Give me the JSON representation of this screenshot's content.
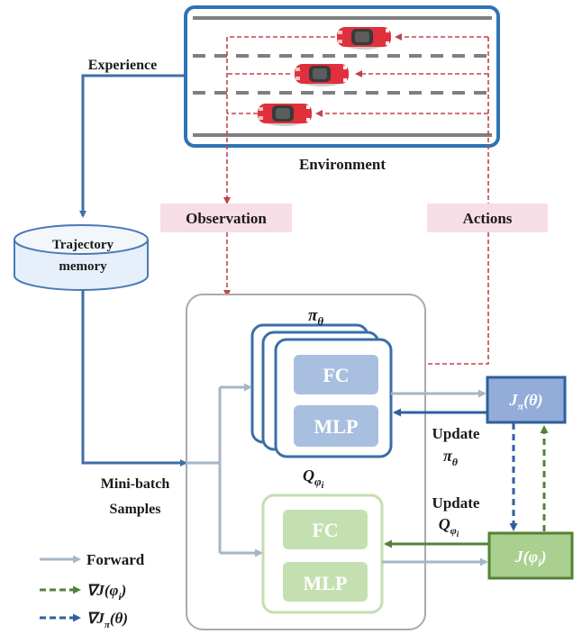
{
  "labels": {
    "experience": "Experience",
    "environment": "Environment",
    "observation": "Observation",
    "actions": "Actions",
    "trajectory_memory_line1": "Trajectory",
    "trajectory_memory_line2": "memory",
    "mini_batch_line1": "Mini-batch",
    "mini_batch_line2": "Samples",
    "actor_title": "π",
    "actor_title_sub": "θ",
    "critic_title": "Q",
    "critic_title_sub": "φ",
    "critic_title_subsub": "i",
    "fc": "FC",
    "mlp": "MLP",
    "j_pi": "J",
    "j_pi_sub": "π",
    "j_pi_arg": "(θ)",
    "j_phi": "J(",
    "j_phi_var": "φ",
    "j_phi_sub": "i",
    "j_phi_close": ")",
    "update_pi_line1": "Update",
    "update_pi_line2": "π",
    "update_pi_sub": "θ",
    "update_q_line1": "Update",
    "update_q_line2": "Q",
    "update_q_sub": "φ",
    "update_q_subsub": "i"
  },
  "legend": {
    "forward": "Forward",
    "grad_j_phi": "∇J(",
    "grad_j_phi_var": "φ",
    "grad_j_phi_sub": "i",
    "grad_j_phi_close": ")",
    "grad_j_pi": "∇J",
    "grad_j_pi_sub": "π",
    "grad_j_pi_arg": "(θ)"
  },
  "colors": {
    "env_border": "#2e74b5",
    "flow_blue": "#3d6fa8",
    "actions_red": "#c0454a",
    "label_pink": "#f7dde6",
    "actor_border": "#3a6ea8",
    "actor_block": "#a9bfe0",
    "critic_border": "#c3deb0",
    "critic_block": "#c4e0b0",
    "forward_gray": "#a7b6c6",
    "grad_green": "#548235",
    "j_pi_fill": "#93acd8",
    "j_phi_fill": "#a9d08e",
    "road": "#7f7f7f",
    "car": "#e0303c"
  }
}
